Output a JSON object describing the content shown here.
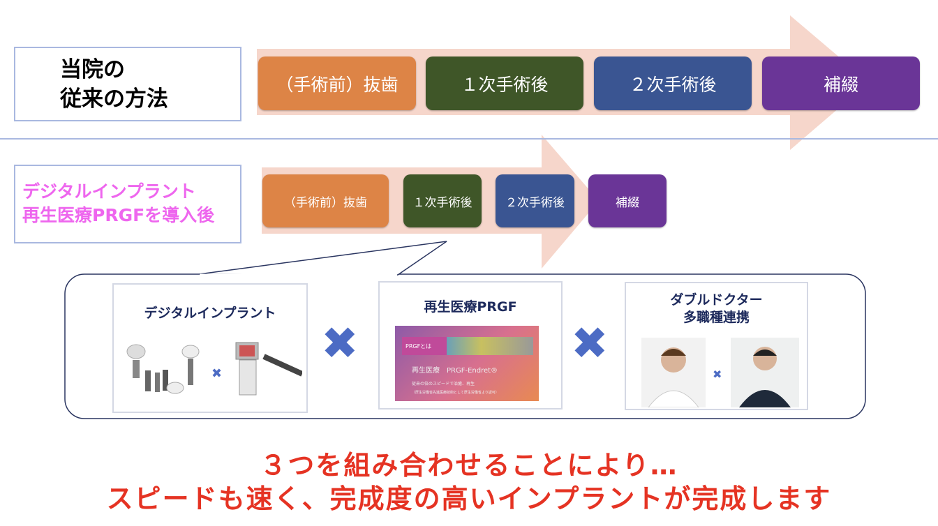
{
  "conventional": {
    "title_line1": "当院の",
    "title_line2": "従来の方法",
    "steps": [
      "（手術前）抜歯",
      "１次手術後",
      "２次手術後",
      "補綴"
    ]
  },
  "new_method": {
    "title_line1": "デジタルインプラント",
    "title_line2": "再生医療PRGFを導入後",
    "steps": [
      "（手術前）抜歯",
      "１次手術後",
      "２次手術後",
      "補綴"
    ]
  },
  "colors": {
    "extraction": "#dd8446",
    "first": "#3f5628",
    "second": "#3a5592",
    "prosthesis": "#6a3597",
    "arrow": "#f6d6cb",
    "title_pink": "#ee66ee",
    "red_text": "#e53323",
    "cross": "#4c6bc4"
  },
  "cards": [
    {
      "title": "デジタルインプラント"
    },
    {
      "title": "再生医療PRGF",
      "slide": {
        "tag": "PRGFとは",
        "heading": "再生医療　PRGF-Endret®",
        "line1": "従来の倍のスピードで治癒、再生",
        "line2": "（厚生労働省先進医療技術として厚生労働省より認可）"
      }
    },
    {
      "title_line1": "ダブルドクター",
      "title_line2": "多職種連携"
    }
  ],
  "cross_symbol": "✖",
  "conclusion": {
    "line1": "３つを組み合わせることにより…",
    "line2": "スピードも速く、完成度の高いインプラントが完成します"
  }
}
